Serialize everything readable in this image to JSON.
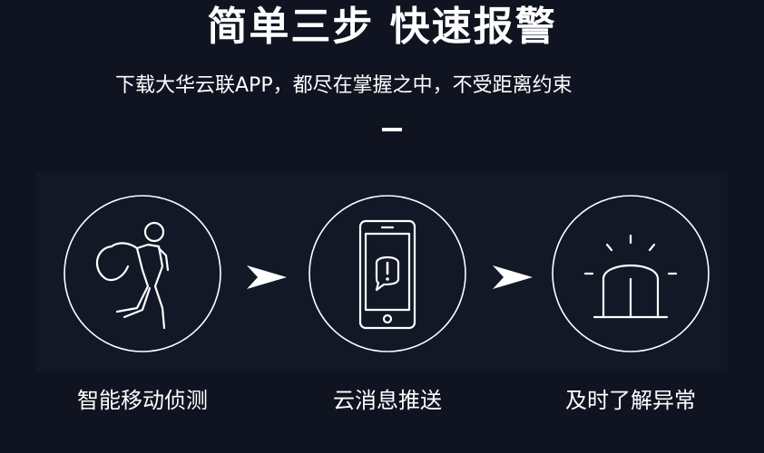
{
  "header": {
    "title": "简单三步 快速报警",
    "subtitle": "下载大华云联APP，都尽在掌握之中，不受距离约束"
  },
  "steps": [
    {
      "label": "智能移动侦测",
      "icon": "walking-thief-icon"
    },
    {
      "label": "云消息推送",
      "icon": "smartphone-alert-icon"
    },
    {
      "label": "及时了解异常",
      "icon": "siren-alarm-icon"
    }
  ],
  "arrows": [
    {
      "icon": "arrow-right-icon"
    },
    {
      "icon": "arrow-right-icon"
    }
  ],
  "colors": {
    "background": "#0f1420",
    "foreground": "#ffffff"
  }
}
